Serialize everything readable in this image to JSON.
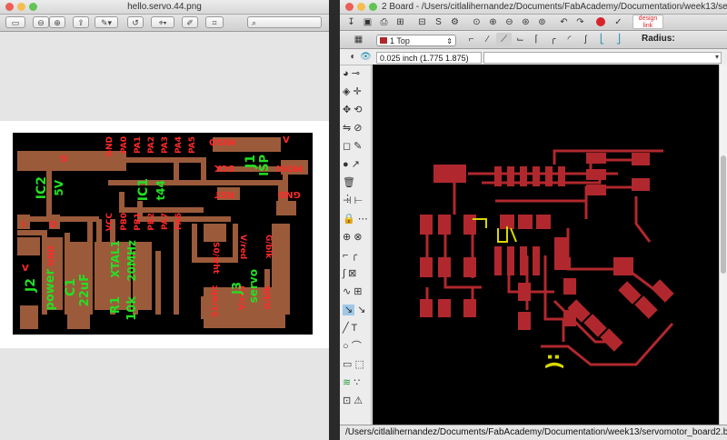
{
  "preview": {
    "title": "hello.servo.44.png",
    "board": {
      "labels_green": [
        "IC2",
        "5V",
        "J2",
        "power",
        "C1",
        "22uF",
        "R1",
        "10k",
        "XTAL1",
        "20MHz",
        "IC1",
        "t44",
        "J1",
        "ISP",
        "J3",
        "servo"
      ],
      "pins_red": [
        "GND",
        "PA0",
        "PA1",
        "PA2",
        "PA3",
        "PA4",
        "PA5",
        "MISO",
        "SCK",
        "MOSI",
        "RST",
        "GND",
        "VCC",
        "PB0",
        "PB1",
        "PB2",
        "PA7",
        "PA6",
        "V",
        "S0/wht",
        "V/red",
        "G/blk",
        "S1/wht",
        "V/red",
        "G/blk",
        "G",
        "I",
        "O",
        "V",
        "GND"
      ]
    }
  },
  "eagle": {
    "title": "2 Board - /Users/citlalihernandez/Documents/FabAcademy/Documentation/week13/ser...",
    "layer": "1 Top",
    "radius_label": "Radius:",
    "coord": "0.025 inch (1.775 1.875)",
    "status": "/Users/citlalihernandez/Documents/FabAcademy/Documentation/week13/servomotor_board2.b",
    "smiley": ":("
  },
  "colors": {
    "trace": "#b0282d",
    "board_bg": "#000000",
    "preview_trace": "#9b5b3b",
    "label_green": "#23e023",
    "label_red": "#ff2a2a",
    "airwire": "#d8d800"
  }
}
